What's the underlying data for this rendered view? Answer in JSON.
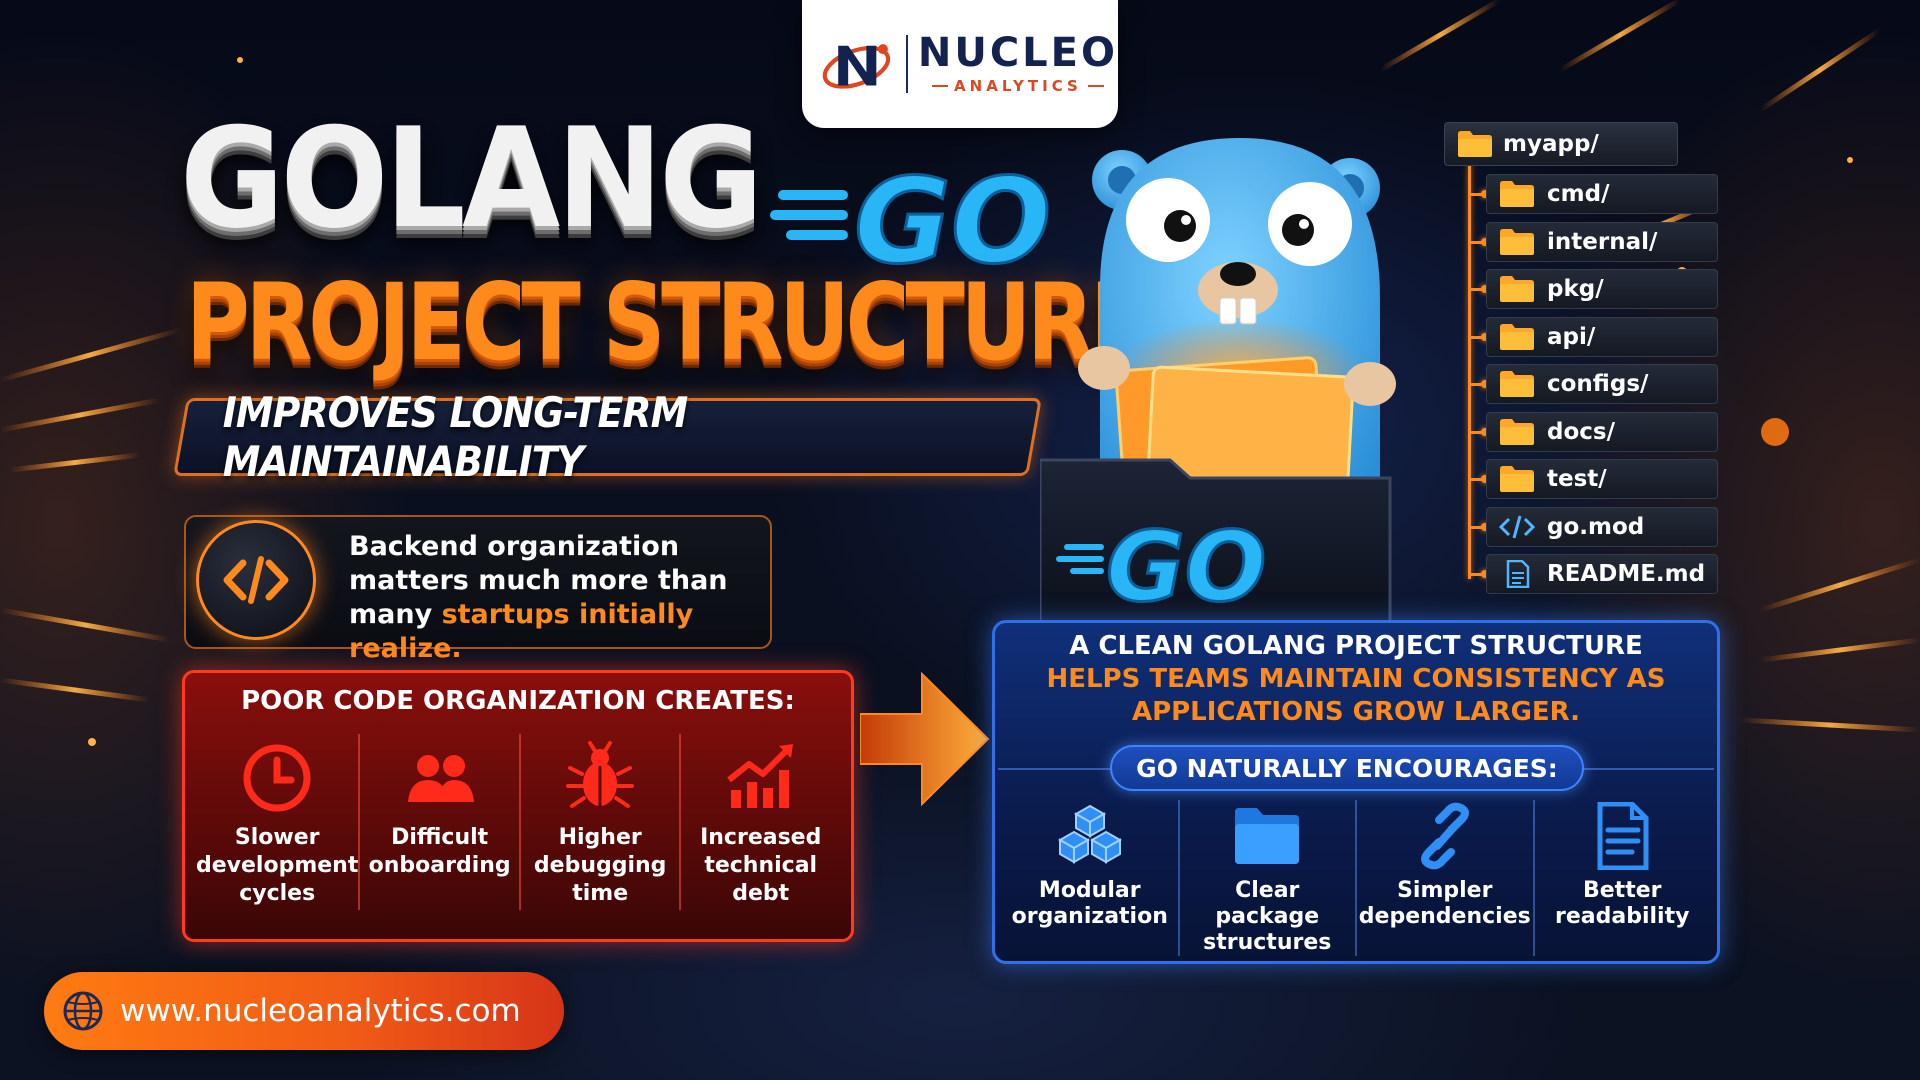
{
  "brand": {
    "name": "NUCLEO",
    "tagline": "ANALYTICS"
  },
  "title": {
    "line1": "GOLANG",
    "go_mark": "GO",
    "line2": "PROJECT STRUCTURE"
  },
  "banner": "IMPROVES LONG-TERM MAINTAINABILITY",
  "intro": {
    "text_a": "Backend organization matters much more than many ",
    "highlight": "startups initially realize."
  },
  "poor": {
    "heading": "POOR CODE ORGANIZATION CREATES:",
    "items": [
      {
        "label": "Slower\ndevelopment\ncycles",
        "icon": "clock-icon"
      },
      {
        "label": "Difficult\nonboarding",
        "icon": "users-icon"
      },
      {
        "label": "Higher\ndebugging\ntime",
        "icon": "bug-icon"
      },
      {
        "label": "Increased\ntechnical\ndebt",
        "icon": "trend-up-icon"
      }
    ]
  },
  "clean": {
    "line1": "A CLEAN GOLANG PROJECT STRUCTURE",
    "line2": "HELPS TEAMS MAINTAIN CONSISTENCY AS",
    "line3": "APPLICATIONS GROW LARGER.",
    "encourages": "GO NATURALLY ENCOURAGES:",
    "items": [
      {
        "label": "Modular\norganization",
        "icon": "cubes-icon"
      },
      {
        "label": "Clear\npackage\nstructures",
        "icon": "folder-icon"
      },
      {
        "label": "Simpler\ndependencies",
        "icon": "link-icon"
      },
      {
        "label": "Better\nreadability",
        "icon": "document-icon"
      }
    ]
  },
  "tree": {
    "root": "myapp/",
    "items": [
      {
        "label": "cmd/",
        "type": "folder"
      },
      {
        "label": "internal/",
        "type": "folder"
      },
      {
        "label": "pkg/",
        "type": "folder"
      },
      {
        "label": "api/",
        "type": "folder"
      },
      {
        "label": "configs/",
        "type": "folder"
      },
      {
        "label": "docs/",
        "type": "folder"
      },
      {
        "label": "test/",
        "type": "folder"
      },
      {
        "label": "go.mod",
        "type": "code"
      },
      {
        "label": "README.md",
        "type": "file"
      }
    ]
  },
  "folder_go_mark": "GO",
  "url": "www.nucleoanalytics.com",
  "colors": {
    "orange": "#ff8a1c",
    "red": "#ff3a1e",
    "blue": "#2f6fe8",
    "go_blue": "#29b6f6"
  }
}
